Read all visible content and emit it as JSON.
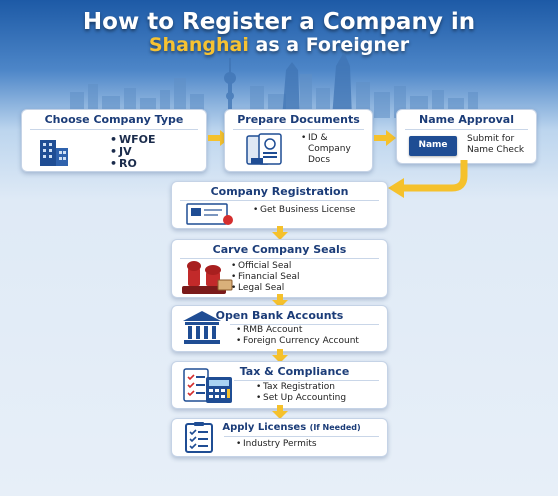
{
  "title": {
    "line1": "How to Register a Company in",
    "line2_highlight": "Shanghai",
    "line2_rest": " as a Foreigner"
  },
  "colors": {
    "navy": "#1b3c78",
    "arrow": "#f5c12c",
    "highlight": "#f6c232"
  },
  "steps": {
    "choose": {
      "title": "Choose Company Type",
      "items": [
        "WFOE",
        "JV",
        "RO"
      ],
      "icon": "office-building-icon"
    },
    "prepare": {
      "title": "Prepare Documents",
      "items": [
        "ID &",
        "Company",
        "Docs"
      ],
      "icon": "documents-icon"
    },
    "name": {
      "title": "Name Approval",
      "badge": "Name",
      "text1": "Submit for",
      "text2": "Name Check",
      "icon": "name-card-icon"
    },
    "registration": {
      "title": "Company Registration",
      "items": [
        "Get Business License"
      ],
      "icon": "business-license-icon"
    },
    "seals": {
      "title": "Carve Company Seals",
      "items": [
        "Official Seal",
        "Financial Seal",
        "Legal Seal"
      ],
      "icon": "seal-stamp-icon"
    },
    "bank": {
      "title": "Open Bank Accounts",
      "items": [
        "RMB Account",
        "Foreign Currency Account"
      ],
      "icon": "bank-icon"
    },
    "tax": {
      "title": "Tax & Compliance",
      "items": [
        "Tax Registration",
        "Set Up Accounting"
      ],
      "icon": "calculator-checklist-icon"
    },
    "licenses": {
      "title": "Apply Licenses",
      "title_note": "(If Needed)",
      "items": [
        "Industry Permits"
      ],
      "icon": "checklist-icon"
    }
  }
}
